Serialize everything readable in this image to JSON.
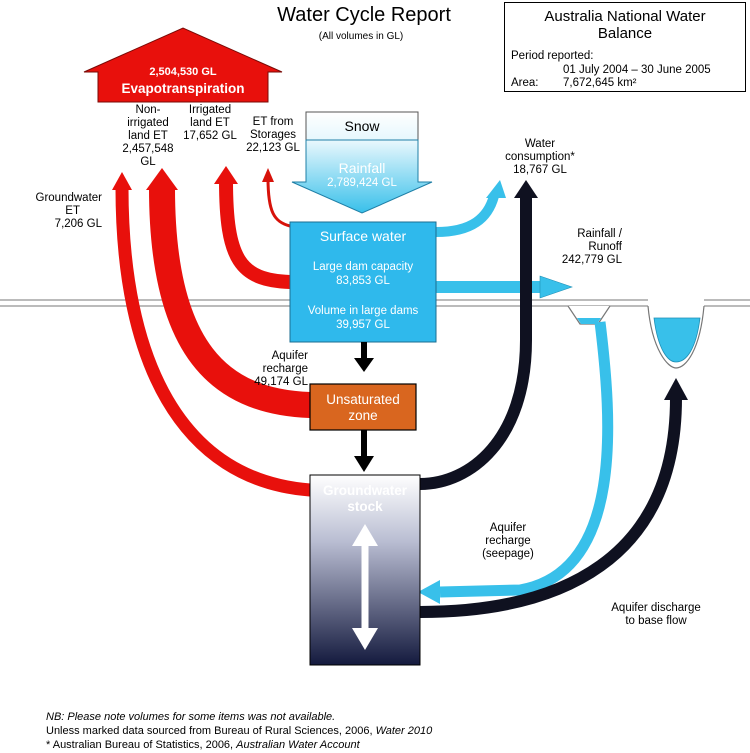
{
  "header": {
    "title": "Water Cycle Report",
    "subtitle": "(All volumes in GL)"
  },
  "infobox": {
    "title_line1": "Australia National Water",
    "title_line2": "Balance",
    "period_label": "Period reported:",
    "period_value": "01 July 2004 – 30 June 2005",
    "area_label": "Area:",
    "area_value": "7,672,645 km²"
  },
  "nodes": {
    "evapotranspiration": {
      "value": "2,504,530 GL",
      "label": "Evapotranspiration"
    },
    "snow": {
      "label": "Snow"
    },
    "rainfall": {
      "label": "Rainfall",
      "value": "2,789,424 GL"
    },
    "surface_water": {
      "label": "Surface water",
      "dam_capacity_label": "Large dam capacity",
      "dam_capacity_value": "83,853 GL",
      "dam_volume_label": "Volume in large dams",
      "dam_volume_value": "39,957 GL"
    },
    "unsaturated_zone": {
      "line1": "Unsaturated",
      "line2": "zone"
    },
    "groundwater_stock": {
      "line1": "Groundwater",
      "line2": "stock"
    }
  },
  "flows": {
    "non_irrigated_et": {
      "line1": "Non-",
      "line2": "irrigated",
      "line3": "land ET",
      "value": "2,457,548",
      "unit": "GL"
    },
    "irrigated_et": {
      "line1": "Irrigated",
      "line2": "land ET",
      "value": "17,652 GL"
    },
    "et_storages": {
      "line1": "ET from",
      "line2": "Storages",
      "value": "22,123 GL"
    },
    "groundwater_et": {
      "line1": "Groundwater",
      "line2": "ET",
      "value": "7,206 GL"
    },
    "water_consumption": {
      "line1": "Water",
      "line2": "consumption*",
      "value": "18,767 GL"
    },
    "rainfall_runoff": {
      "line1": "Rainfall /",
      "line2": "Runoff",
      "value": "242,779 GL"
    },
    "aquifer_recharge": {
      "line1": "Aquifer",
      "line2": "recharge",
      "value": "49,174 GL"
    },
    "aquifer_recharge_seepage": {
      "line1": "Aquifer",
      "line2": "recharge",
      "line3": "(seepage)"
    },
    "aquifer_discharge": {
      "line1": "Aquifer discharge",
      "line2": "to base flow"
    }
  },
  "footnotes": {
    "nb": "NB: Please note volumes for some items was not available.",
    "source_prefix": "Unless marked data sourced from Bureau of Rural Sciences, 2006, ",
    "source_title": "Water 2010",
    "abs_prefix": "* Australian Bureau of Statistics, 2006, ",
    "abs_title": "Australian Water Account"
  },
  "colors": {
    "evapo_red": "#e8100c",
    "water_blue": "#38c0ea",
    "surface_blue": "#2fb9ec",
    "unsaturated_orange": "#d9661f",
    "consumption_black": "#0f1120",
    "groundwater_top": "#ffffff",
    "groundwater_bottom": "#141a3e"
  }
}
